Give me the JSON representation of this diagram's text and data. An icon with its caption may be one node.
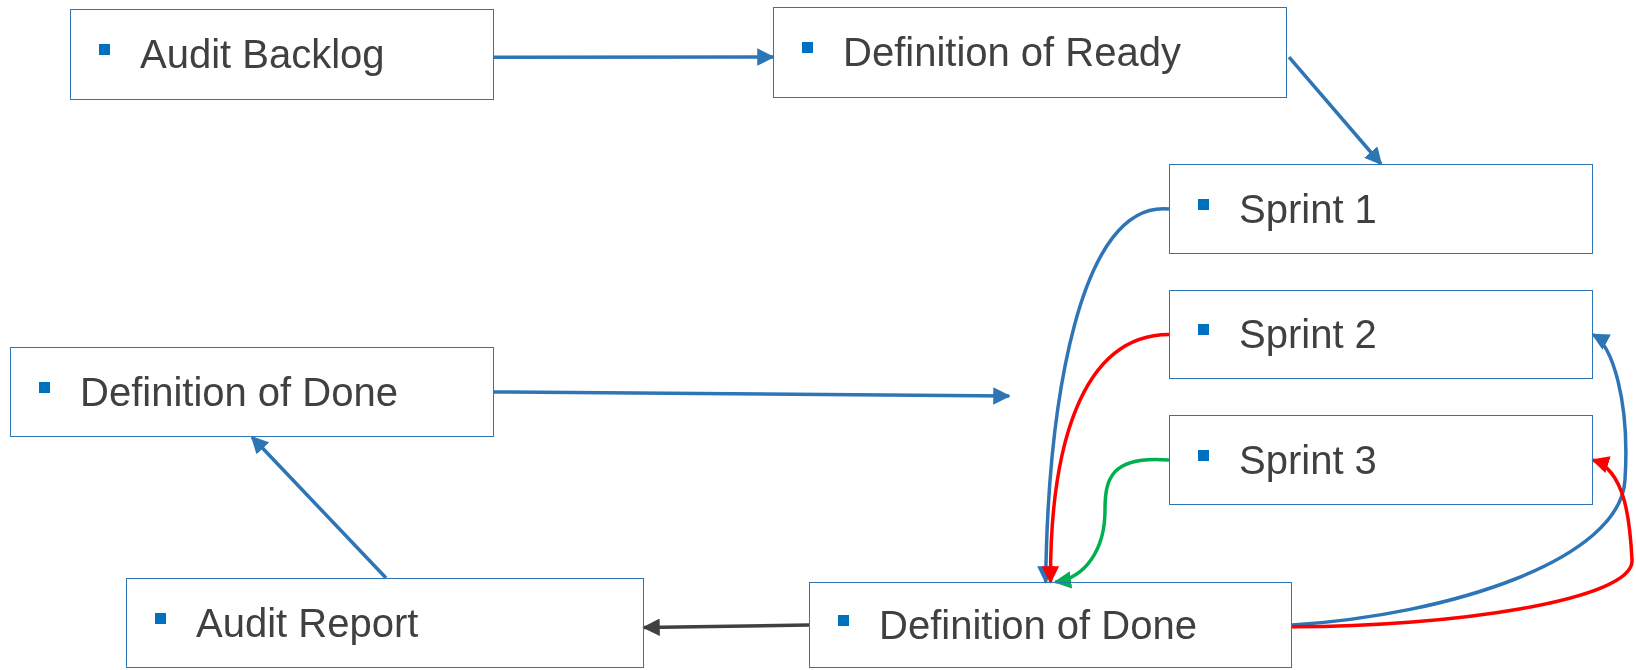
{
  "diagram": {
    "nodes": [
      {
        "text": [
          "Audit Backlog"
        ]
      },
      {
        "text": [
          "Definition of Ready"
        ]
      },
      {
        "text": [
          "Sprint 1"
        ]
      },
      {
        "text": [
          "Sprint 2"
        ]
      },
      {
        "text": [
          "Sprint 3"
        ]
      },
      {
        "text": [
          "Definition of Done"
        ]
      },
      {
        "text": [
          "Audit Report"
        ]
      },
      {
        "text": [
          "Definition of Done"
        ]
      }
    ],
    "edges": [
      {
        "from": 0,
        "to": 1,
        "arrow": "to"
      },
      {
        "from": 1,
        "to": 2,
        "arrow": "to"
      },
      {
        "from": 5,
        "to": null,
        "arrow": "to"
      },
      {
        "from": 6,
        "to": 5,
        "arrow": "to"
      },
      {
        "from": 2,
        "to": 7,
        "arrow": "to"
      },
      {
        "from": 3,
        "to": 7,
        "arrow": "to",
        "color": "#ff0000"
      },
      {
        "from": 4,
        "to": 7,
        "arrow": "to",
        "color": "#00b050"
      },
      {
        "from": 7,
        "to": 3,
        "arrow": "to"
      },
      {
        "from": 7,
        "to": 4,
        "arrow": "to",
        "color": "#ff0000"
      },
      {
        "from": 7,
        "to": 6,
        "arrow": "to",
        "color": "#404040"
      }
    ]
  }
}
